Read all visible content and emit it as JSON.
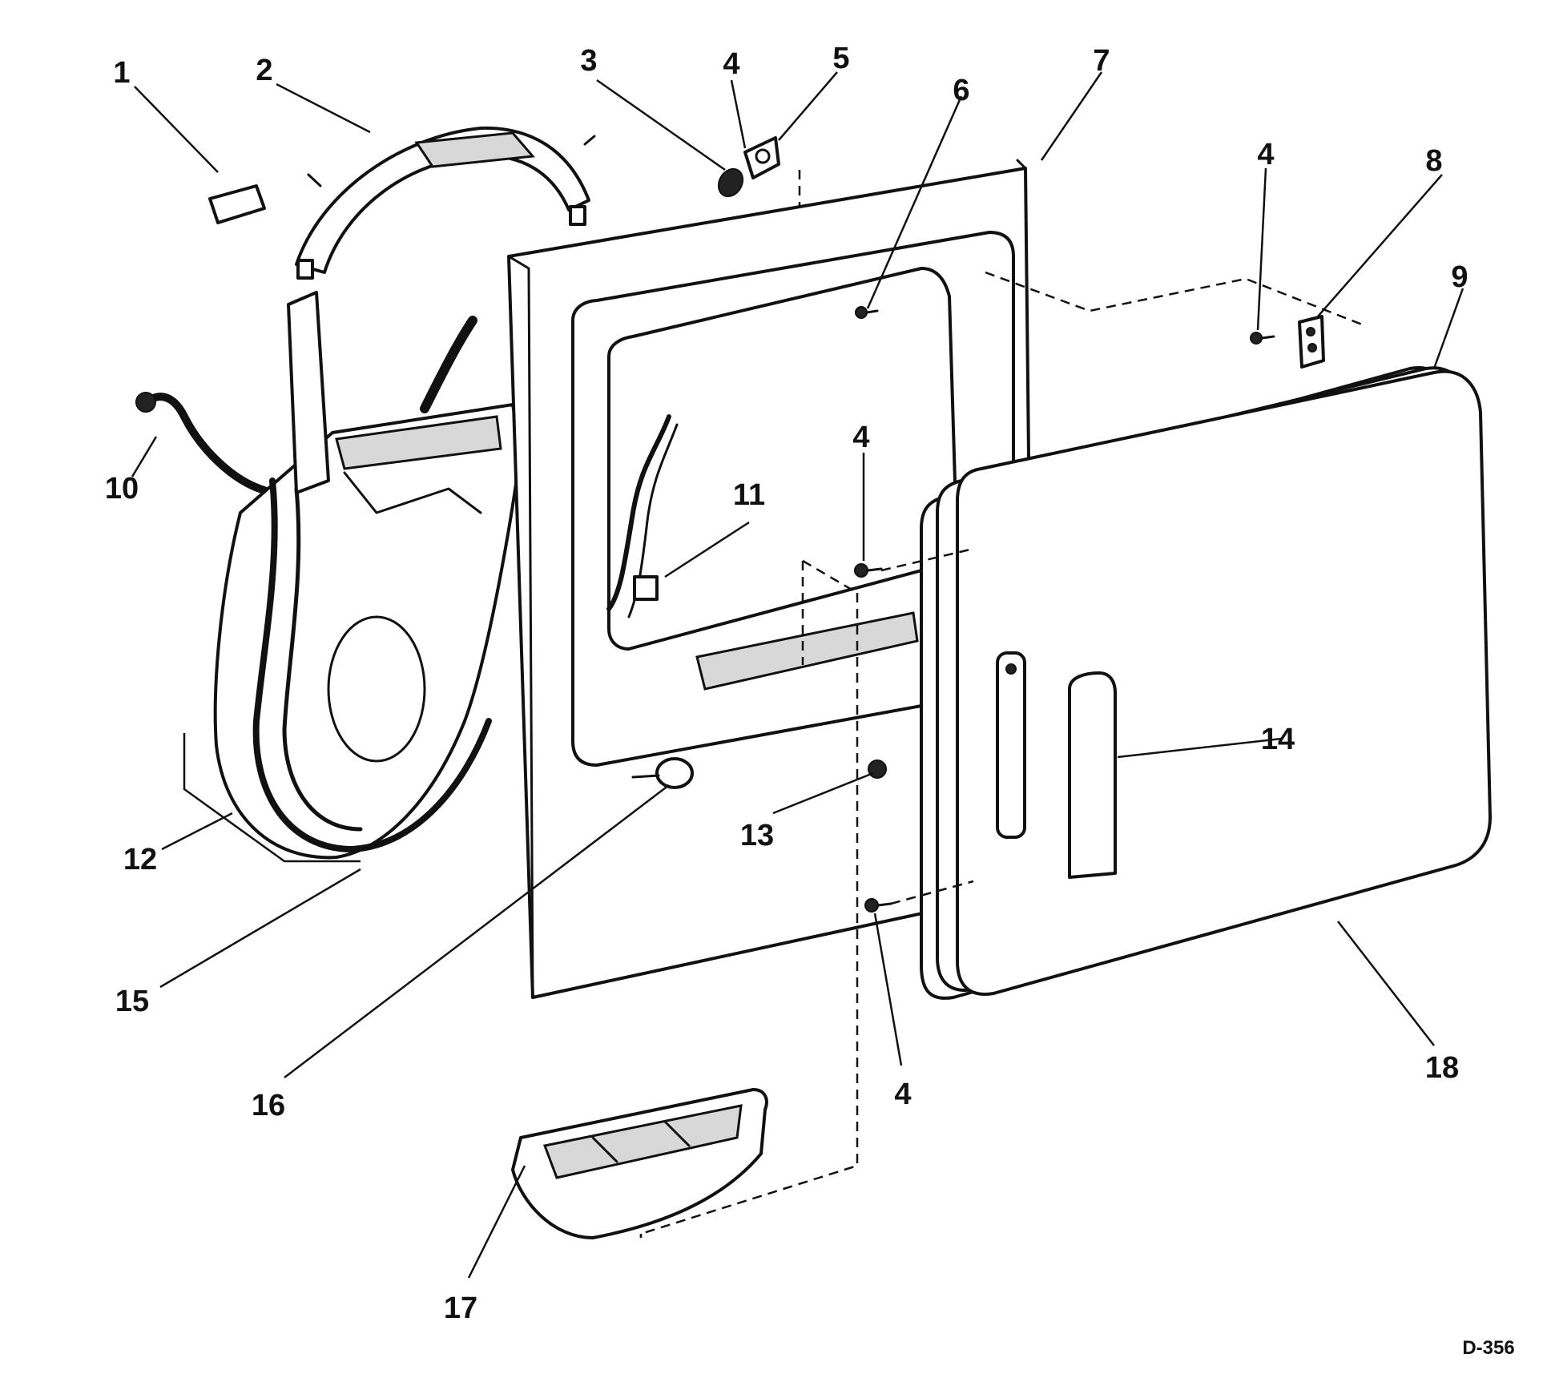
{
  "diagram_code": "D-356",
  "callouts": [
    {
      "id": "c1",
      "label": "1"
    },
    {
      "id": "c2",
      "label": "2"
    },
    {
      "id": "c3",
      "label": "3"
    },
    {
      "id": "c4a",
      "label": "4"
    },
    {
      "id": "c5",
      "label": "5"
    },
    {
      "id": "c6",
      "label": "6"
    },
    {
      "id": "c7",
      "label": "7"
    },
    {
      "id": "c4b",
      "label": "4"
    },
    {
      "id": "c8",
      "label": "8"
    },
    {
      "id": "c9",
      "label": "9"
    },
    {
      "id": "c10",
      "label": "10"
    },
    {
      "id": "c4c",
      "label": "4"
    },
    {
      "id": "c11",
      "label": "11"
    },
    {
      "id": "c14",
      "label": "14"
    },
    {
      "id": "c13",
      "label": "13"
    },
    {
      "id": "c12",
      "label": "12"
    },
    {
      "id": "c15",
      "label": "15"
    },
    {
      "id": "c16",
      "label": "16"
    },
    {
      "id": "c4d",
      "label": "4"
    },
    {
      "id": "c18",
      "label": "18"
    },
    {
      "id": "c17",
      "label": "17"
    }
  ],
  "colors": {
    "line": "#111111",
    "background": "#ffffff"
  }
}
